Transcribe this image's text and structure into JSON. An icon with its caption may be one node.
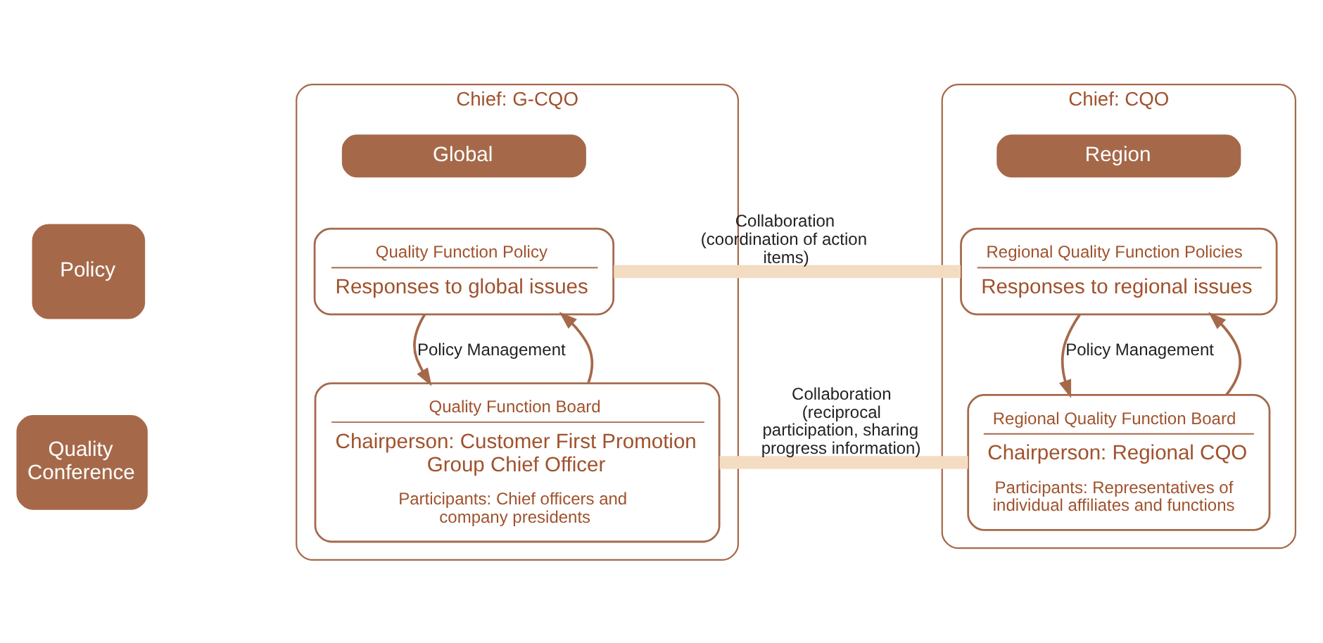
{
  "diagram": {
    "nodes": [
      {
        "text": [
          "Chief: G-CQO"
        ]
      },
      {
        "text": [
          "Global"
        ],
        "in": 0
      },
      {
        "text": [
          "Quality Function Policy",
          "Responses to global issues"
        ],
        "in": 0
      },
      {
        "text": [
          "Quality Function Board",
          "Chairperson: Customer First Promotion Group Chief Officer",
          "Participants: Chief officers and company presidents"
        ],
        "in": 0
      },
      {
        "text": [
          "Chief: CQO"
        ]
      },
      {
        "text": [
          "Region"
        ],
        "in": 4
      },
      {
        "text": [
          "Regional Quality Function Policies",
          "Responses to regional issues"
        ],
        "in": 4
      },
      {
        "text": [
          "Regional Quality Function Board",
          "Chairperson: Regional CQO",
          "Participants: Representatives of individual affiliates and functions"
        ],
        "in": 4
      },
      {
        "text": [
          "Policy"
        ]
      },
      {
        "text": [
          "Quality Conference"
        ]
      }
    ],
    "edges": [
      {
        "from": 2,
        "to": 3,
        "arrow": "to",
        "label": "Policy Management"
      },
      {
        "from": 3,
        "to": 2,
        "arrow": "to"
      },
      {
        "from": 6,
        "to": 7,
        "arrow": "to",
        "label": "Policy Management"
      },
      {
        "from": 7,
        "to": 6,
        "arrow": "to"
      },
      {
        "from": 2,
        "to": 6,
        "arrow": "none",
        "label": "Collaboration (coordination of action items)",
        "style": "thick",
        "color": "#f3dcc2"
      },
      {
        "from": 3,
        "to": 7,
        "arrow": "none",
        "label": "Collaboration (reciprocal participation, sharing progress information)",
        "style": "thick",
        "color": "#f3dcc2"
      }
    ]
  }
}
